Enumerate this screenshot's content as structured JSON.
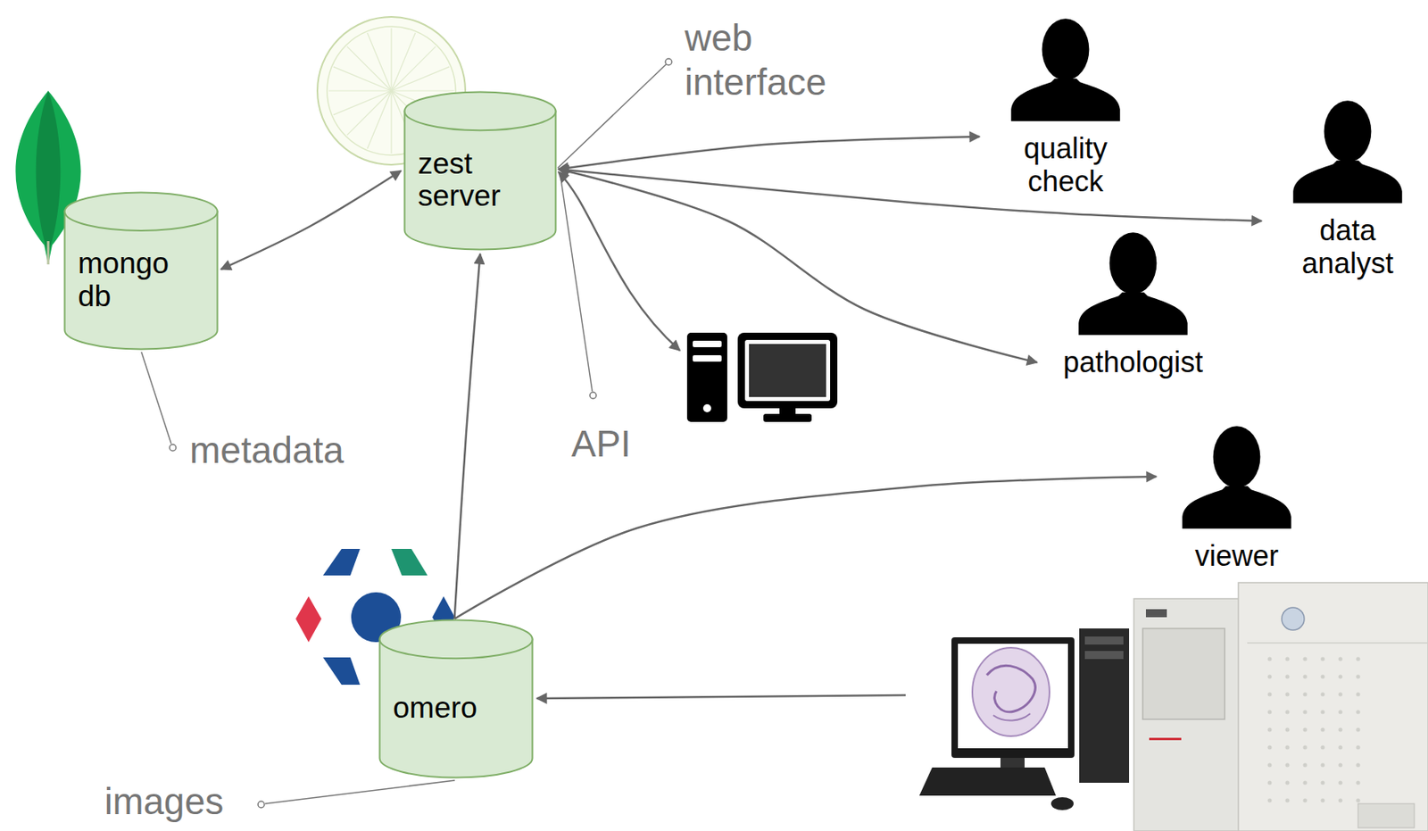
{
  "diagram": {
    "nodes": [
      {
        "text": [
          "zest server"
        ]
      },
      {
        "text": [
          "quality check"
        ]
      },
      {
        "text": [
          "data analyst"
        ]
      },
      {
        "text": [
          "mongo db"
        ]
      },
      {
        "text": [
          "pathologist"
        ]
      },
      {
        "text": [
          "viewer"
        ]
      },
      {
        "text": [
          "omero"
        ]
      }
    ],
    "edges": [
      {
        "from": 3,
        "to": 0,
        "arrow": "both"
      },
      {
        "from": 0,
        "to": 1,
        "arrow": "both"
      },
      {
        "from": 0,
        "to": 2,
        "arrow": "both"
      },
      {
        "from": 0,
        "to": 4,
        "arrow": "both"
      },
      {
        "from": 6,
        "to": 0,
        "arrow": "to"
      },
      {
        "from": 6,
        "to": 5,
        "arrow": "to"
      }
    ],
    "labels": [
      "web interface",
      "API",
      "metadata",
      "images"
    ]
  }
}
